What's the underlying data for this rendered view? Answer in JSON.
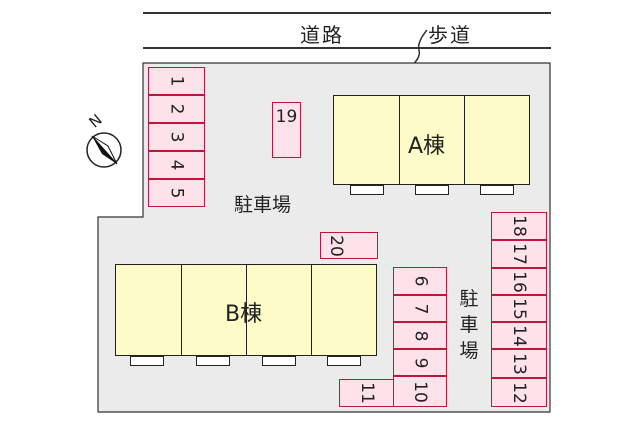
{
  "road": {
    "label": "道路",
    "sidewalk_label": "歩道"
  },
  "compass": {
    "north_label": "N"
  },
  "buildings": [
    {
      "id": "A",
      "label": "A棟"
    },
    {
      "id": "B",
      "label": "B棟"
    }
  ],
  "parking": {
    "center_label": "駐車場",
    "right_label": "駐車場"
  },
  "slots": {
    "s1": "1",
    "s2": "2",
    "s3": "3",
    "s4": "4",
    "s5": "5",
    "s6": "6",
    "s7": "7",
    "s8": "8",
    "s9": "9",
    "s10": "10",
    "s11": "11",
    "s12": "12",
    "s13": "13",
    "s14": "14",
    "s15": "15",
    "s16": "16",
    "s17": "17",
    "s18": "18",
    "s19": "19",
    "s20": "20"
  },
  "colors": {
    "lot": "#ebebeb",
    "building": "#fdfcc8",
    "slot_fill": "#fde2ea",
    "slot_border": "#c0163d"
  }
}
